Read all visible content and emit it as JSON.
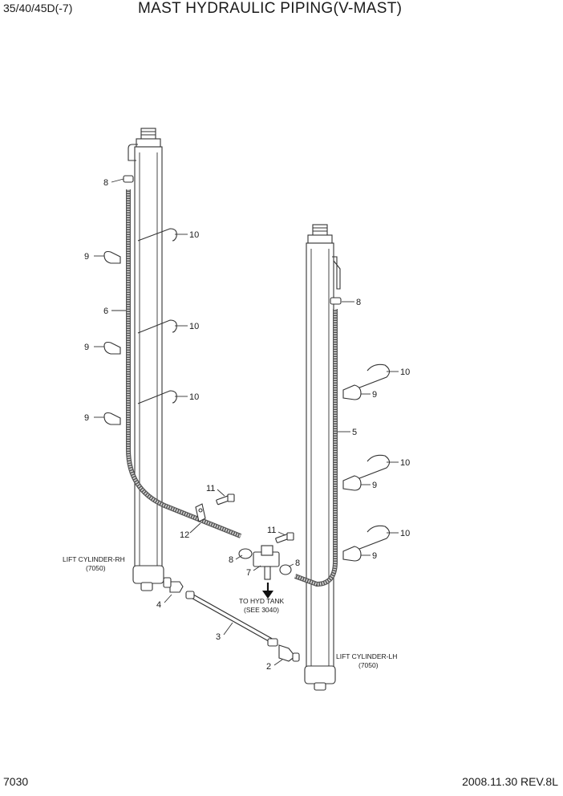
{
  "header": {
    "model": "35/40/45D(-7)",
    "title": "MAST HYDRAULIC PIPING(V-MAST)"
  },
  "footer": {
    "page": "7030",
    "revision": "2008.11.30  REV.8L"
  },
  "labels": {
    "cyl_rh": "LIFT CYLINDER-RH",
    "cyl_rh_ref": "(7050)",
    "cyl_lh": "LIFT CYLINDER-LH",
    "cyl_lh_ref": "(7050)",
    "tank": "TO HYD TANK",
    "tank_ref": "(SEE 3040)"
  },
  "callouts": {
    "c2": "2",
    "c3": "3",
    "c4": "4",
    "c5": "5",
    "c6": "6",
    "c7": "7",
    "c8a": "8",
    "c8b": "8",
    "c8c": "8",
    "c8d": "8",
    "c9a": "9",
    "c9b": "9",
    "c9c": "9",
    "c9d": "9",
    "c9e": "9",
    "c9f": "9",
    "c10a": "10",
    "c10b": "10",
    "c10c": "10",
    "c10d": "10",
    "c10e": "10",
    "c10f": "10",
    "c11a": "11",
    "c11b": "11",
    "c12": "12"
  }
}
